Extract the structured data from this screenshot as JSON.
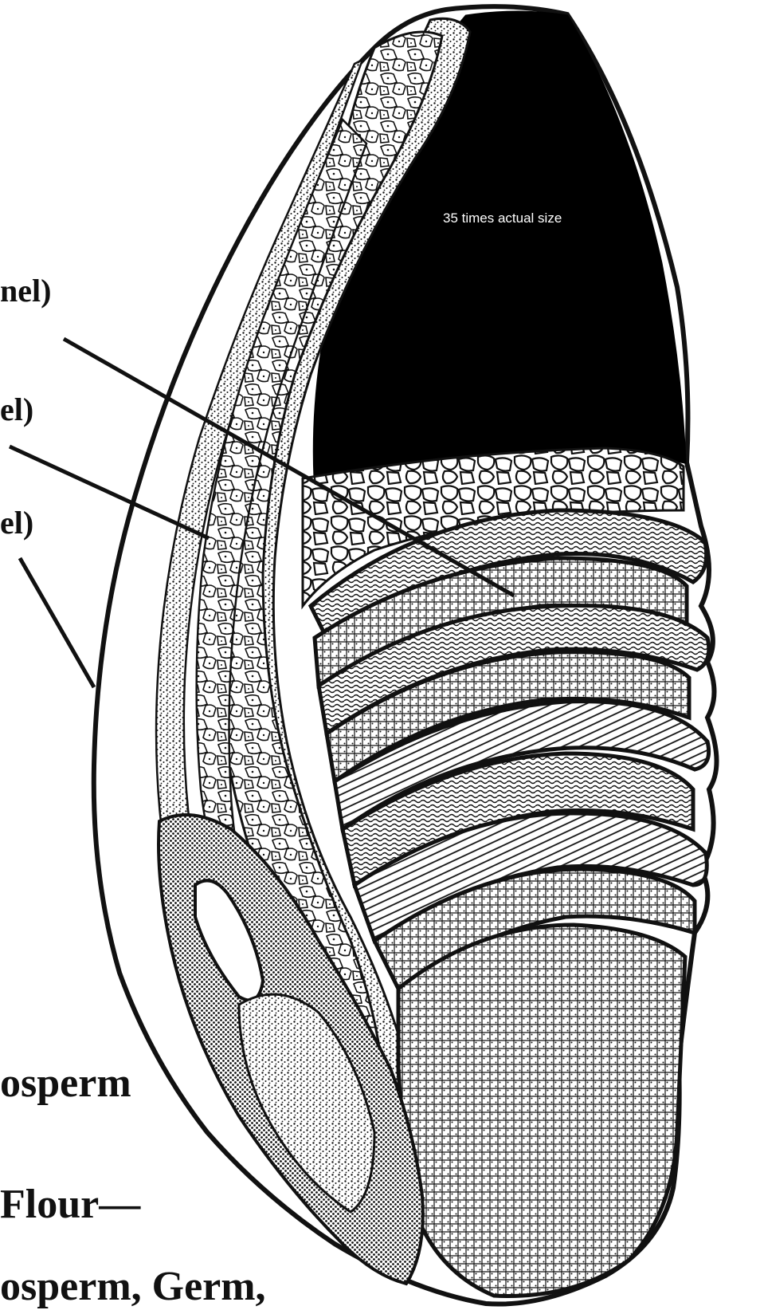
{
  "scale_note": "35 times actual size",
  "labels": [
    {
      "id": "bran",
      "text": "nel)"
    },
    {
      "id": "endosperm",
      "text": "el)"
    },
    {
      "id": "germ",
      "text": "el)"
    }
  ],
  "caption": {
    "line1": "osperm",
    "line2": "Flour—",
    "line3": "osperm, Germ,"
  },
  "colors": {
    "ink": "#111111",
    "paper": "#ffffff"
  }
}
